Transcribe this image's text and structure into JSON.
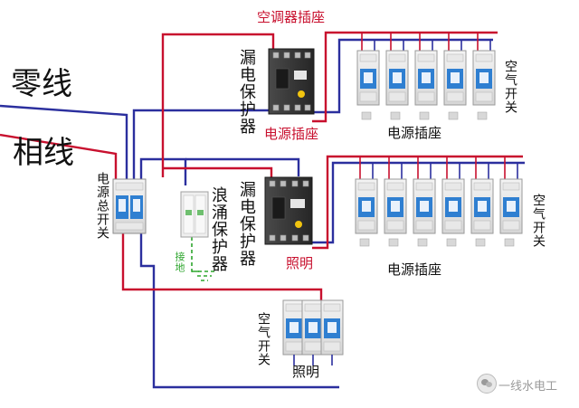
{
  "labels": {
    "neutral_line": "零线",
    "live_line": "相线",
    "main_switch": "电源总开关",
    "surge_protector": "浪涌保护器",
    "ground": "接地",
    "rcd_1": "漏电保护器",
    "rcd_2": "漏电保护器",
    "ac_outlet": "空调器插座",
    "power_outlet_red": "电源插座",
    "power_outlet_1": "电源插座",
    "power_outlet_2": "电源插座",
    "lighting_1": "照明",
    "lighting_2": "照明",
    "air_switch_1": "空气开关",
    "air_switch_2": "空气开关",
    "air_switch_3": "空气开关",
    "watermark": "一线水电工"
  },
  "colors": {
    "live_wire": "#c8102e",
    "neutral_wire": "#2b2f9e",
    "ground_wire": "#2da52d",
    "breaker_blue": "#2f7fd1",
    "rcd_body": "#3a3a3a",
    "label_red": "#c8102e"
  },
  "icons": {
    "watermark_logo": "wechat-icon"
  }
}
